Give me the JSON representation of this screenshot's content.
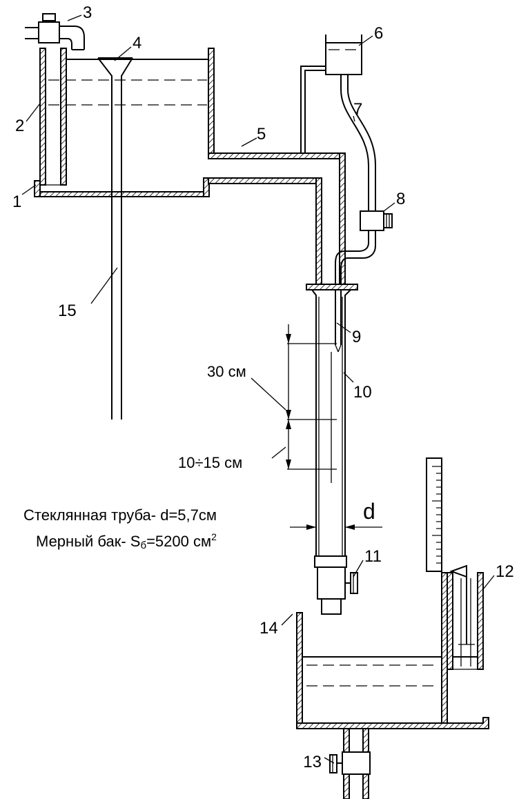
{
  "labels": {
    "n1": "1",
    "n2": "2",
    "n3": "3",
    "n4": "4",
    "n5": "5",
    "n6": "6",
    "n7": "7",
    "n8": "8",
    "n9": "9",
    "n10": "10",
    "n11": "11",
    "n12": "12",
    "n13": "13",
    "n14": "14",
    "n15": "15"
  },
  "dimensions": {
    "upper": "30 см",
    "lower": "10÷15 см",
    "diameter": "d"
  },
  "notes": {
    "line1": "Стеклянная труба- d=5,7см",
    "line2_prefix": "Мерный бак- S",
    "line2_sub": "б",
    "line2_suffix": "=5200 см",
    "line2_sup": "2"
  }
}
